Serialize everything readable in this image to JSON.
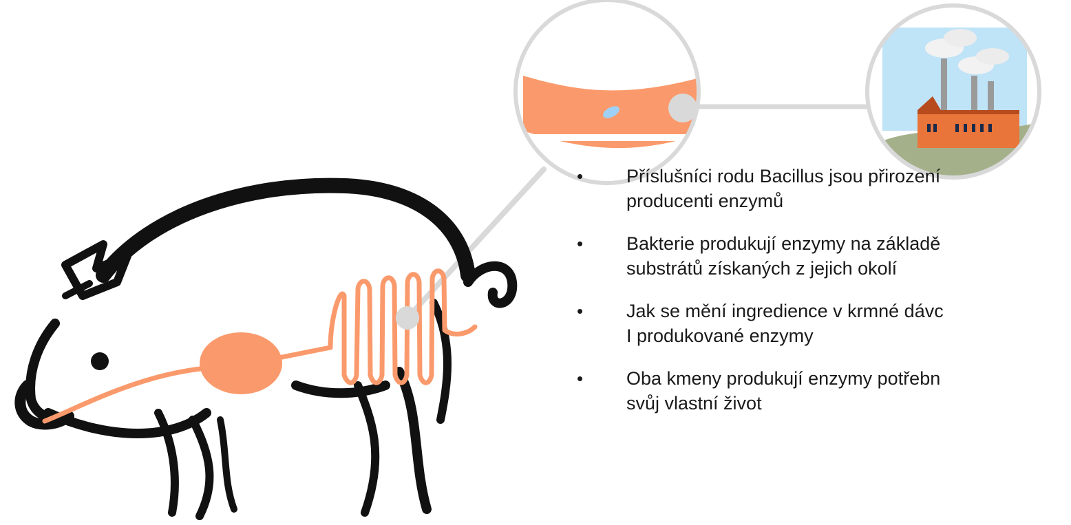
{
  "colors": {
    "pig_outline": "#111111",
    "digestive_tract": "#fa9a6c",
    "gut_band": "#fa9a6c",
    "bacterium": "#9fd0f5",
    "connector": "#d9d9d9",
    "sky": "#bfe3f7",
    "factory_wall": "#e9753a",
    "factory_roof": "#b84b1e",
    "smoke": "#f2f2f2"
  },
  "icons": {
    "pig": "pig-outline-icon",
    "gut_zoom": "intestine-magnifier-icon",
    "bacterium": "bacillus-icon",
    "factory": "factory-icon"
  },
  "bullets": [
    {
      "lines": [
        "Příslušníci rodu Bacillus jsou přirození",
        "producenti enzymů"
      ]
    },
    {
      "lines": [
        "Bakterie produkují enzymy na základě",
        "substrátů získaných z jejich okolí"
      ]
    },
    {
      "lines": [
        "Jak se mění ingredience v krmné dávc",
        "I produkované enzymy"
      ]
    },
    {
      "lines": [
        "Oba kmeny produkují enzymy potřebn",
        "svůj vlastní život"
      ]
    }
  ]
}
